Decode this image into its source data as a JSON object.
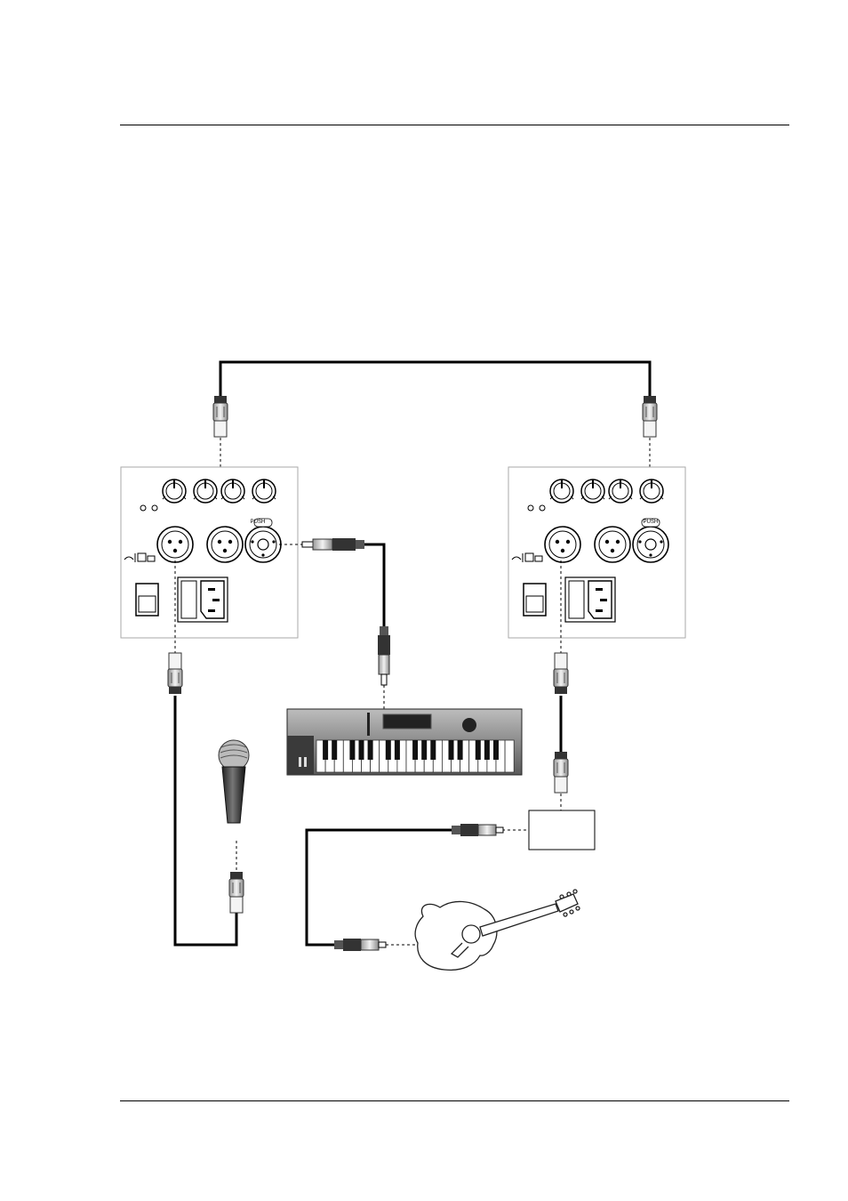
{
  "page": {
    "header_rule": true,
    "footer_rule": true
  },
  "diagram": {
    "push_label_left": "PUSH",
    "push_label_right": "PUSH",
    "interface_box_label": "",
    "devices": {
      "speaker_left": "powered-speaker-rear-panel",
      "speaker_right": "powered-speaker-rear-panel",
      "keyboard": "keyboard-synth",
      "microphone": "dynamic-microphone",
      "guitar": "acoustic-guitar",
      "interface": "di-box"
    },
    "colors": {
      "panel_border": "#aaaaaa",
      "cable": "#000000",
      "connector_fill": "#d8d8d8",
      "keyboard_body": "#8c8c8c"
    }
  }
}
